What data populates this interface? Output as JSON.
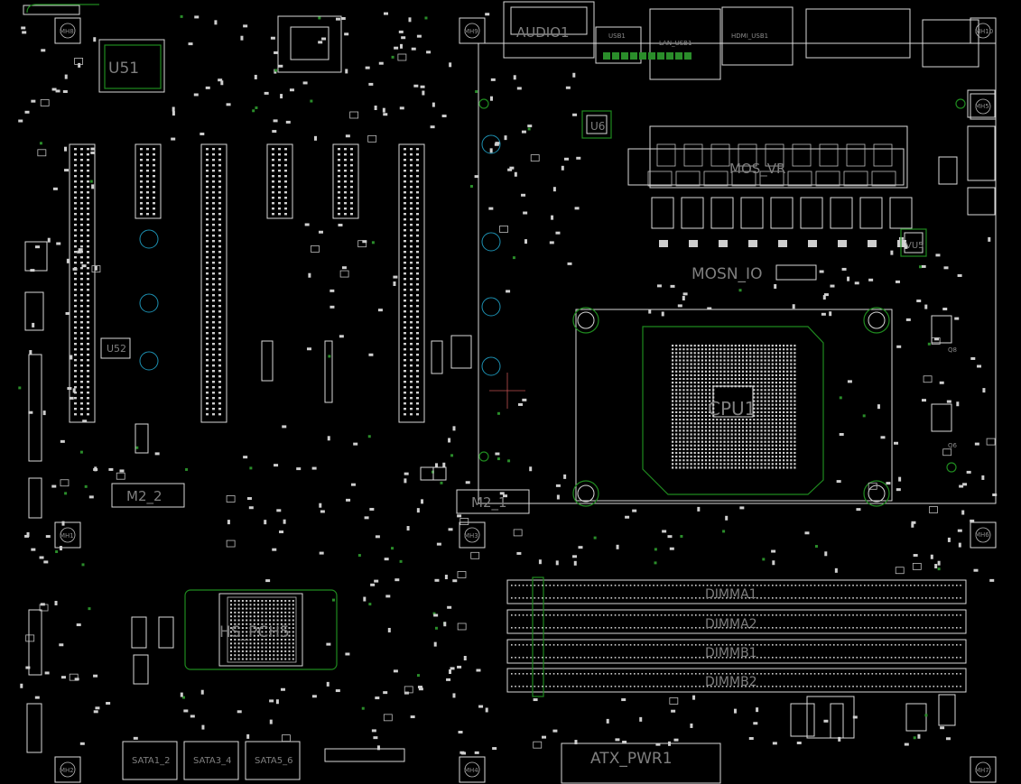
{
  "board": {
    "colors": {
      "background": "#000000",
      "outline": "#d9d9d9",
      "copper": "#1f8a1f",
      "via": "#1c8fb0",
      "label": "#7f7f7f"
    },
    "labels_large": [
      {
        "id": "u51",
        "text": "U51"
      },
      {
        "id": "audio1",
        "text": "AUDIO1"
      },
      {
        "id": "mosn-io",
        "text": "MOSN_IO"
      },
      {
        "id": "cpu1",
        "text": "CPU1"
      },
      {
        "id": "m2-2",
        "text": "M2_2"
      },
      {
        "id": "m2-1",
        "text": "M2_1"
      },
      {
        "id": "hs-pch5",
        "text": "HS_PCH5"
      },
      {
        "id": "dimma1",
        "text": "DIMMA1"
      },
      {
        "id": "dimma2",
        "text": "DIMMA2"
      },
      {
        "id": "dimmb1",
        "text": "DIMMB1"
      },
      {
        "id": "dimmb2",
        "text": "DIMMB2"
      },
      {
        "id": "atx-pwr1",
        "text": "ATX_PWR1"
      },
      {
        "id": "mos-vr",
        "text": "MOS_VR"
      }
    ],
    "labels_small": [
      {
        "id": "sata1-2",
        "text": "SATA1_2"
      },
      {
        "id": "sata3-4",
        "text": "SATA3_4"
      },
      {
        "id": "sata5-6",
        "text": "SATA5_6"
      },
      {
        "id": "u52",
        "text": "U52"
      },
      {
        "id": "u6",
        "text": "U6"
      },
      {
        "id": "vu5",
        "text": "VU5"
      },
      {
        "id": "mh1",
        "text": "MH1"
      },
      {
        "id": "mh2",
        "text": "MH2"
      },
      {
        "id": "mh3",
        "text": "MH3"
      },
      {
        "id": "mh4",
        "text": "MH4"
      },
      {
        "id": "mh5",
        "text": "MH5"
      },
      {
        "id": "mh6",
        "text": "MH6"
      },
      {
        "id": "mh7",
        "text": "MH7"
      },
      {
        "id": "mh8",
        "text": "MH8"
      },
      {
        "id": "mh9",
        "text": "MH9"
      },
      {
        "id": "mh10",
        "text": "MH10"
      },
      {
        "id": "usb1",
        "text": "USB1"
      },
      {
        "id": "lan-usb1",
        "text": "LAN_USB1"
      },
      {
        "id": "hdmi-usb1",
        "text": "HDMI_USB1"
      },
      {
        "id": "q8",
        "text": "Q8"
      },
      {
        "id": "q6",
        "text": "Q6"
      }
    ]
  }
}
